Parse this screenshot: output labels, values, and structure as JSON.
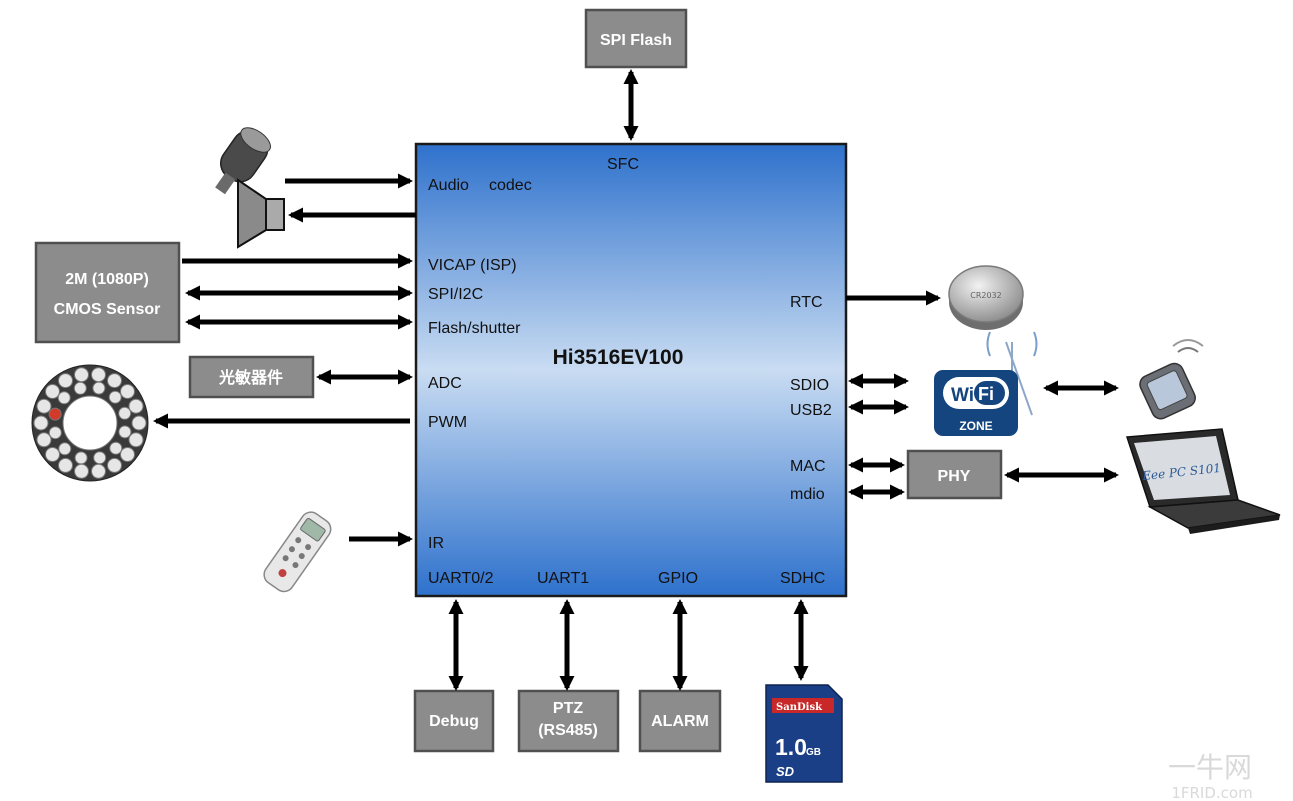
{
  "chip": {
    "name": "Hi3516EV100",
    "ports": {
      "sfc": "SFC",
      "audio": "Audio",
      "codec": "codec",
      "vicap": "VICAP (ISP)",
      "spi_i2c": "SPI/I2C",
      "flash_shutter": "Flash/shutter",
      "adc": "ADC",
      "pwm": "PWM",
      "ir": "IR",
      "uart02": "UART0/2",
      "uart1": "UART1",
      "gpio": "GPIO",
      "sdhc": "SDHC",
      "rtc": "RTC",
      "sdio": "SDIO",
      "usb2": "USB2",
      "mac": "MAC",
      "mdio": "mdio"
    }
  },
  "blocks": {
    "spi_flash": "SPI Flash",
    "sensor_line1": "2M (1080P)",
    "sensor_line2": "CMOS Sensor",
    "photo_sensor": "光敏器件",
    "phy": "PHY",
    "debug": "Debug",
    "ptz_line1": "PTZ",
    "ptz_line2": "(RS485)",
    "alarm": "ALARM"
  },
  "peripheral_icons": {
    "microphone": "microphone-icon",
    "speaker": "speaker-icon",
    "ir_led_ring": "ir-led-ring-icon",
    "remote": "remote-control-icon",
    "battery": "coin-battery-icon",
    "wifi": "wifi-zone-icon",
    "handheld": "pda-device-icon",
    "laptop": "laptop-icon",
    "sd_card": "sd-card-icon"
  },
  "icon_text": {
    "battery": "CR2032",
    "wifi_wi": "Wi",
    "wifi_fi": "Fi",
    "wifi_zone": "ZONE",
    "laptop": "Eee PC S101",
    "sd_brand": "SanDisk",
    "sd_capacity": "1.0",
    "sd_unit": "GB",
    "sd_logo": "SD"
  },
  "watermark": {
    "line1": "一牛网",
    "line2": "1FRID.com"
  },
  "colors": {
    "chip_top": "#2e71cc",
    "chip_mid": "#c9dcf2",
    "chip_bottom": "#2e71cc",
    "block_fill": "#8c8c8c",
    "block_border": "#505050",
    "arrow": "#000000"
  }
}
